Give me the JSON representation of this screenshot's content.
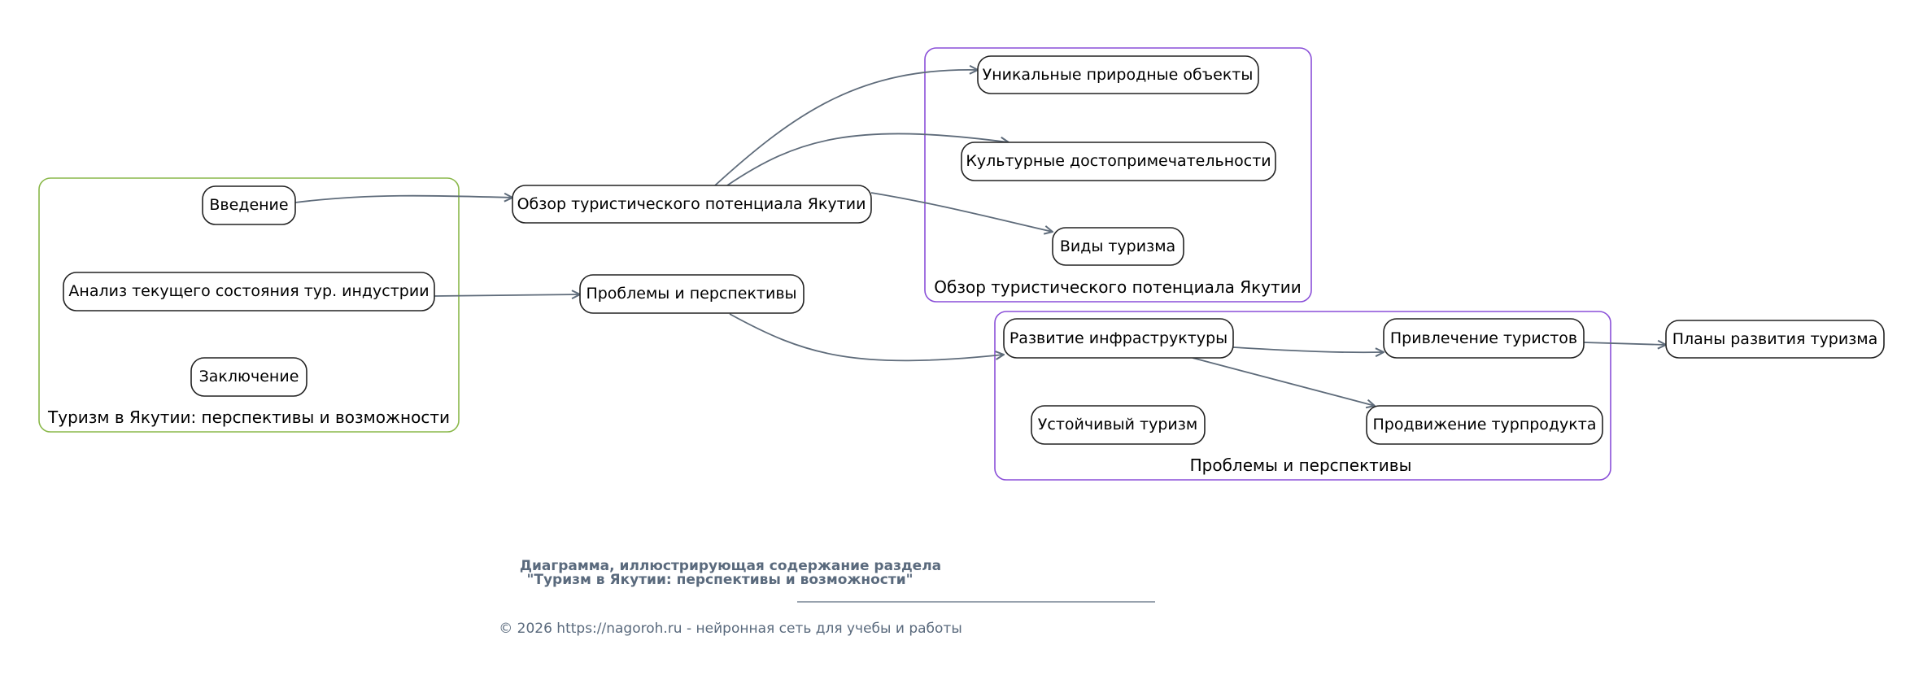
{
  "colors": {
    "cluster_main": "#8ab84a",
    "cluster_sub": "#8a4fd8",
    "edge": "#5e6b7a",
    "footer": "#5a6a7d"
  },
  "clusters": {
    "main": {
      "label": "Туризм в Якутии: перспективы и возможности"
    },
    "overview": {
      "label": "Обзор туристического потенциала Якутии"
    },
    "problems": {
      "label": "Проблемы и перспективы"
    }
  },
  "nodes": {
    "intro": "Введение",
    "analysis": "Анализ текущего состояния тур. индустрии",
    "conclusion": "Заключение",
    "overview": "Обзор туристического потенциала Якутии",
    "problems": "Проблемы и перспективы",
    "unique": "Уникальные природные объекты",
    "cultural": "Культурные достопримечательности",
    "types": "Виды туризма",
    "infrastructure": "Развитие инфраструктуры",
    "sustainable": "Устойчивый туризм",
    "attract": "Привлечение туристов",
    "promotion": "Продвижение турпродукта",
    "plans": "Планы развития туризма"
  },
  "footer": {
    "title_line1": "Диаграмма, иллюстрирующая содержание раздела",
    "title_line2": "\"Туризм в Якутии: перспективы и возможности\"",
    "copyright": "© 2026 https://nagoroh.ru - нейронная сеть для учебы и работы"
  }
}
